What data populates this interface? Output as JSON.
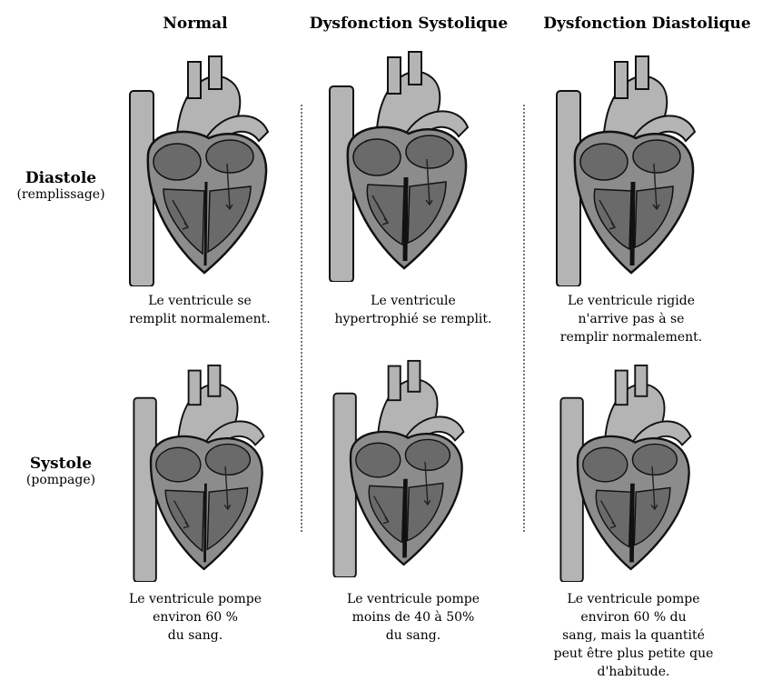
{
  "columns": {
    "normal": "Normal",
    "systolic": "Dysfonction Systolique",
    "diastolic": "Dysfonction Diastolique"
  },
  "rows": {
    "diastole": {
      "title": "Diastole",
      "subtitle": "(remplissage)"
    },
    "systole": {
      "title": "Systole",
      "subtitle": "(pompage)"
    }
  },
  "captions": {
    "normal_diastole": [
      "Le ventricule se",
      "remplit normalement."
    ],
    "systolic_diastole": [
      "Le ventricule",
      "hypertrophié se remplit."
    ],
    "diastolic_diastole": [
      "Le ventricule rigide",
      "n'arrive pas à se",
      "remplir normalement."
    ],
    "normal_systole": [
      "Le ventricule pompe",
      "environ 60 %",
      "du sang."
    ],
    "systolic_systole": [
      "Le ventricule pompe",
      "moins de 40 à 50%",
      "du sang."
    ],
    "diastolic_systole": [
      "Le ventricule pompe",
      "environ 60 % du",
      "sang, mais la quantité",
      "peut être plus petite que",
      "d'habitude."
    ]
  },
  "illustrations": [
    "heart-normal-diastole-illustration",
    "heart-systolic-dysfunction-diastole-illustration",
    "heart-diastolic-dysfunction-diastole-illustration",
    "heart-normal-systole-illustration",
    "heart-systolic-dysfunction-systole-illustration",
    "heart-diastolic-dysfunction-systole-illustration"
  ],
  "colors": {
    "fill": "#8c8c8c",
    "chamber": "#6a6a6a",
    "outline": "#111111",
    "vessel": "#b4b4b4"
  }
}
